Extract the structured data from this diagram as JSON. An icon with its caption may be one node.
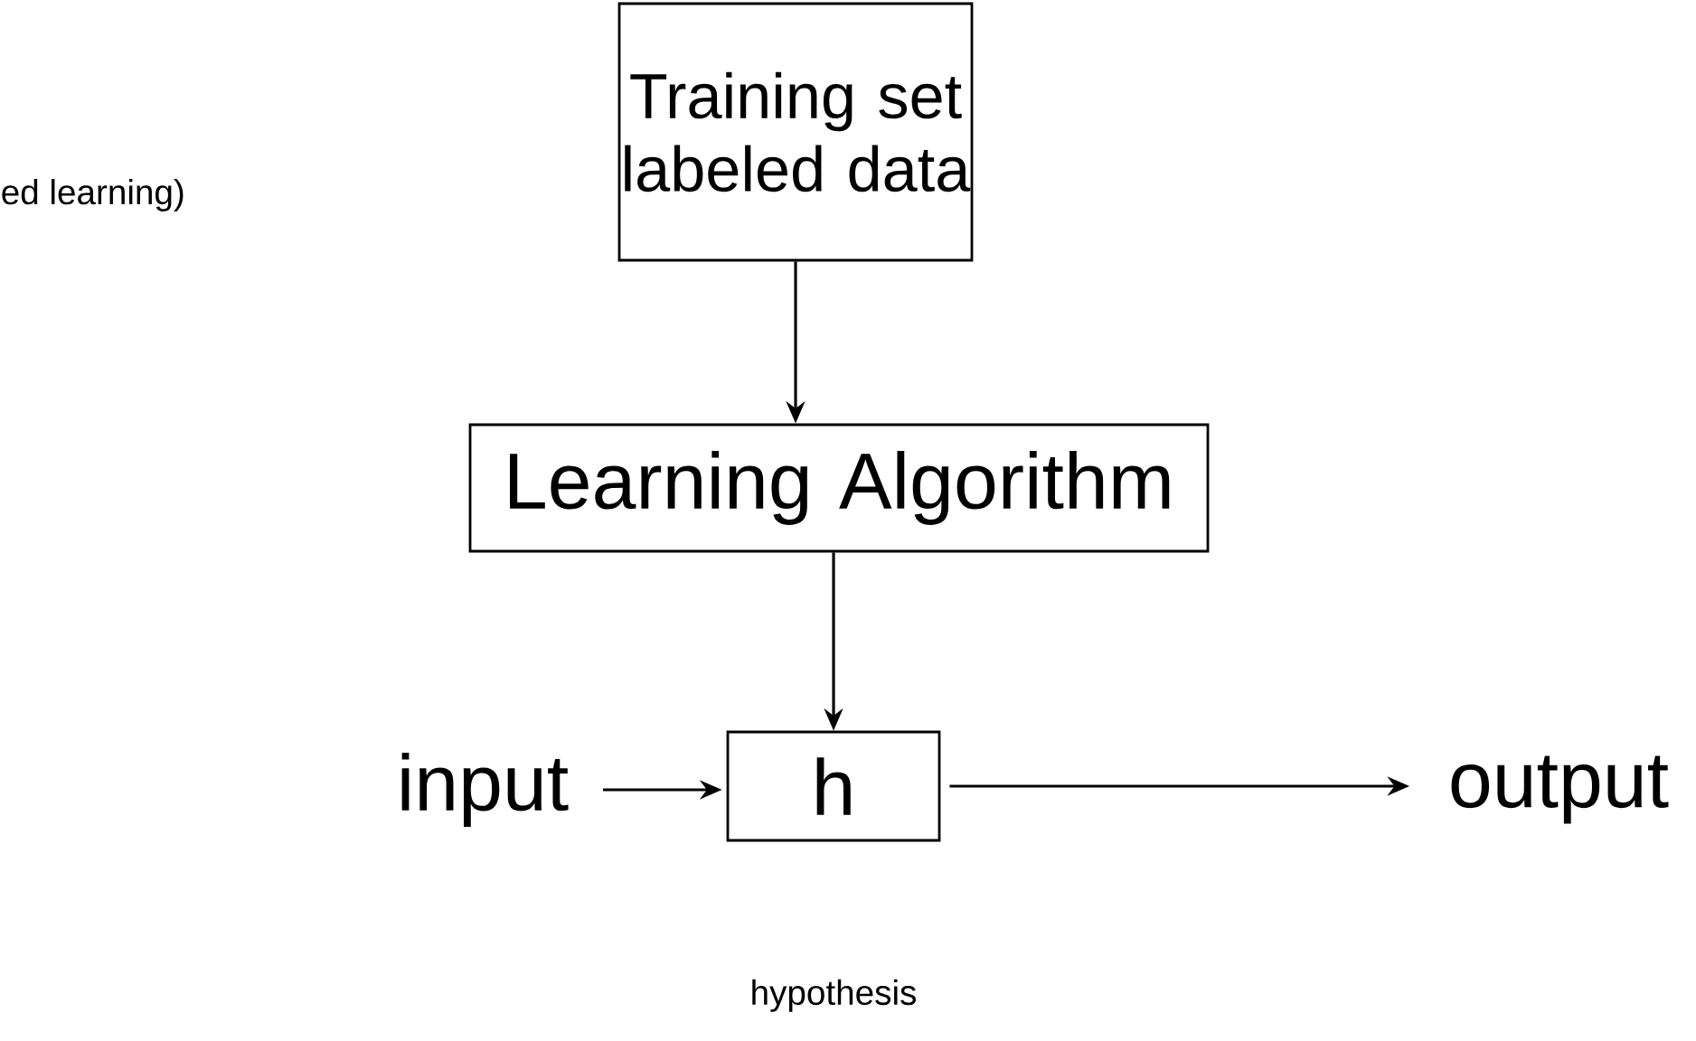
{
  "diagram": {
    "nodes": [
      {
        "text": [
          "Training set labeled data"
        ]
      },
      {
        "text": [
          "Learning Algorithm"
        ]
      },
      {
        "text": [
          "h"
        ],
        "beside": [
          "hypothesis"
        ]
      },
      {
        "text": [
          "input"
        ]
      },
      {
        "text": [
          "output"
        ]
      }
    ],
    "edges": [
      {
        "from": 0,
        "to": 1,
        "arrow": "to"
      },
      {
        "from": 1,
        "to": 2,
        "arrow": "to"
      },
      {
        "from": 3,
        "to": 2,
        "arrow": "to"
      },
      {
        "from": 2,
        "to": 4,
        "arrow": "to"
      }
    ],
    "labels": [
      "ed learning)"
    ]
  }
}
